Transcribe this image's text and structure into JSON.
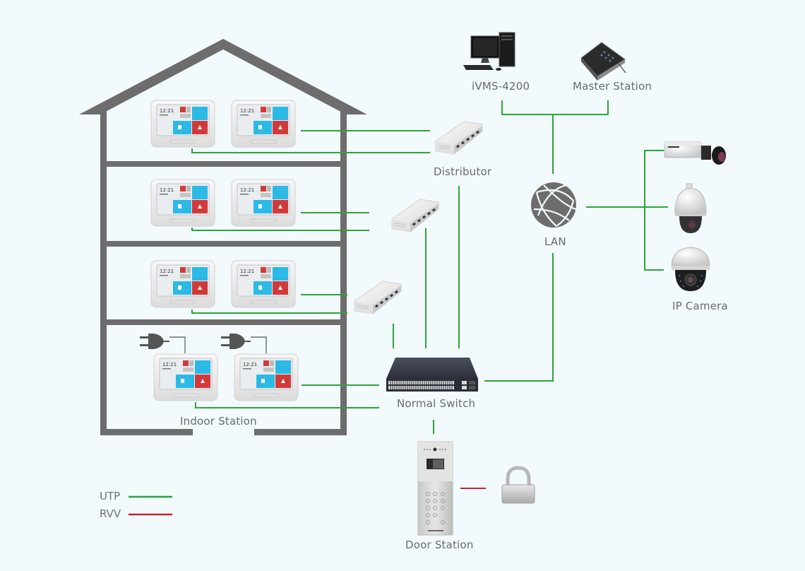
{
  "diagram": {
    "title": "Video Intercom Network Topology",
    "colors": {
      "background": "#f2fafd",
      "house": "#6d6d6d",
      "utp": "#2aa637",
      "rvv": "#c8202a",
      "label_text": "#6a6a6a"
    },
    "nodes": {
      "ivms": {
        "label": "iVMS-4200",
        "icon": "desktop-computer-icon"
      },
      "master_station": {
        "label": "Master Station",
        "icon": "master-station-icon"
      },
      "distributor": {
        "label": "Distributor",
        "icon": "distributor-icon"
      },
      "lan": {
        "label": "LAN",
        "icon": "globe-network-icon"
      },
      "ip_camera": {
        "label": "IP Camera",
        "icons": [
          "box-camera-icon",
          "speed-dome-camera-icon",
          "dome-camera-icon"
        ]
      },
      "normal_switch": {
        "label": "Normal Switch",
        "icon": "network-switch-icon"
      },
      "indoor_station": {
        "label": "Indoor Station",
        "icon": "indoor-monitor-icon",
        "screen_time": "12:21"
      },
      "door_station": {
        "label": "Door Station",
        "icon": "door-station-icon"
      },
      "lock": {
        "icon": "padlock-icon"
      },
      "power": {
        "icon": "power-plug-icon"
      }
    },
    "floors": [
      {
        "floor": 4,
        "monitors": 2,
        "has_power": false
      },
      {
        "floor": 3,
        "monitors": 2,
        "has_power": false
      },
      {
        "floor": 2,
        "monitors": 2,
        "has_power": false
      },
      {
        "floor": 1,
        "monitors": 2,
        "has_power": true
      }
    ],
    "legend": [
      {
        "label": "UTP",
        "type": "utp"
      },
      {
        "label": "RVV",
        "type": "rvv"
      }
    ]
  }
}
